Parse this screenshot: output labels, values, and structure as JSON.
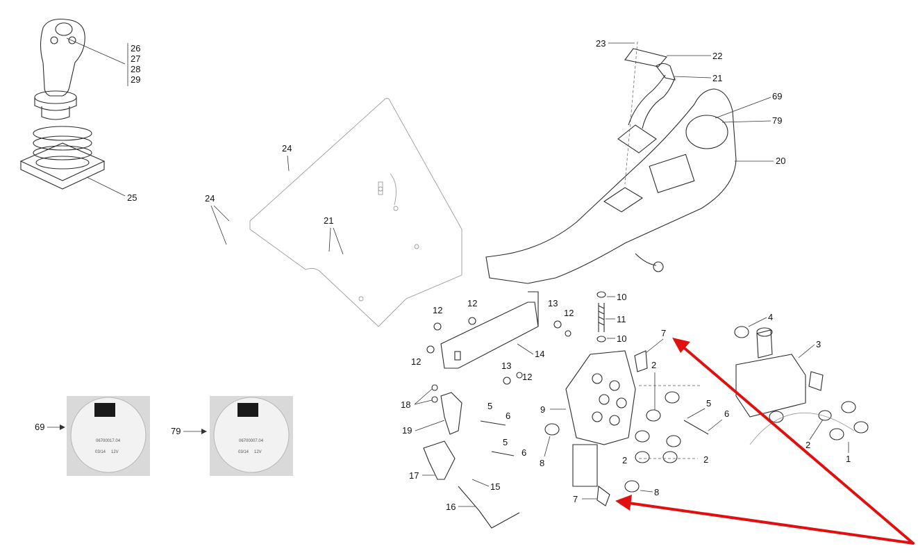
{
  "callouts": {
    "c26": "26",
    "c27": "27",
    "c28": "28",
    "c29": "29",
    "c25": "25",
    "c24a": "24",
    "c24b": "24",
    "c21a": "21",
    "c21b": "21",
    "c23": "23",
    "c22": "22",
    "c69": "69",
    "c79": "79",
    "c20": "20",
    "c12a": "12",
    "c12b": "12",
    "c12c": "12",
    "c12d": "12",
    "c12e": "12",
    "c13a": "13",
    "c13b": "13",
    "c14": "14",
    "c10a": "10",
    "c10b": "10",
    "c11": "11",
    "c7a": "7",
    "c7b": "7",
    "c4": "4",
    "c3": "3",
    "c2a": "2",
    "c2b": "2",
    "c2c": "2",
    "c2d": "2",
    "c1": "1",
    "c5a": "5",
    "c5b": "5",
    "c5c": "5",
    "c6a": "6",
    "c6b": "6",
    "c6c": "6",
    "c9": "9",
    "c8a": "8",
    "c8b": "8",
    "c18": "18",
    "c19": "19",
    "c17": "17",
    "c15": "15",
    "c16": "16"
  },
  "photos": {
    "p69": {
      "label": "69",
      "text1": "06700017.04",
      "text2": "03/14",
      "text3": "12V"
    },
    "p79": {
      "label": "79",
      "text1": "06700007.04",
      "text2": "03/14",
      "text3": "12V"
    }
  },
  "colors": {
    "highlight_arrow": "#e01010",
    "linework": "#2b2b2b"
  }
}
